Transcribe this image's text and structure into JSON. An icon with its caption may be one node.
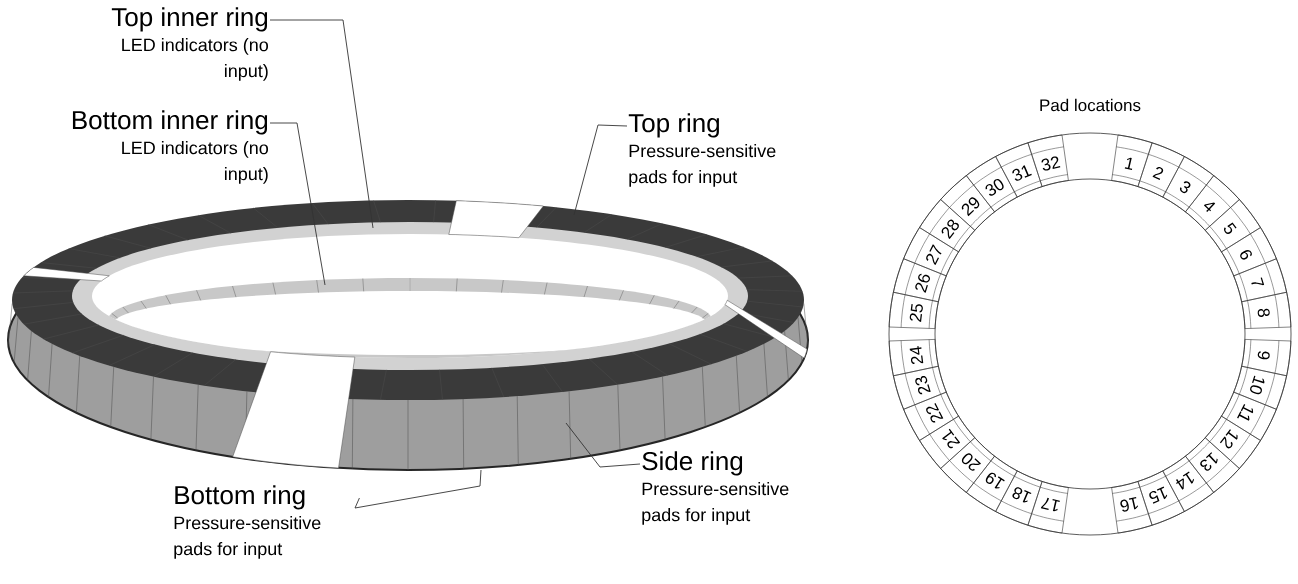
{
  "diagram": {
    "nodes": [
      {
        "text": [
          "Top inner ring",
          "LED indicators (no input)"
        ]
      },
      {
        "text": [
          "Bottom inner ring",
          "LED indicators (no input)"
        ]
      },
      {
        "text": [
          "Top ring",
          "Pressure-sensitive pads for input"
        ]
      },
      {
        "text": [
          "Side ring",
          "Pressure-sensitive pads for input"
        ]
      },
      {
        "text": [
          "Bottom ring",
          "Pressure-sensitive pads for input"
        ]
      }
    ],
    "edges": [
      {
        "from": 0,
        "to": null,
        "arrow": "none"
      },
      {
        "from": 1,
        "to": null,
        "arrow": "none"
      },
      {
        "from": 2,
        "to": null,
        "arrow": "none"
      },
      {
        "from": 3,
        "to": null,
        "arrow": "none"
      },
      {
        "from": 4,
        "to": null,
        "arrow": "none"
      }
    ],
    "labels": [
      "Pad locations",
      "1",
      "2",
      "3",
      "4",
      "5",
      "6",
      "7",
      "8",
      "9",
      "10",
      "11",
      "12",
      "13",
      "14",
      "15",
      "16",
      "17",
      "18",
      "19",
      "20",
      "21",
      "22",
      "23",
      "24",
      "25",
      "26",
      "27",
      "28",
      "29",
      "30",
      "31",
      "32"
    ]
  }
}
